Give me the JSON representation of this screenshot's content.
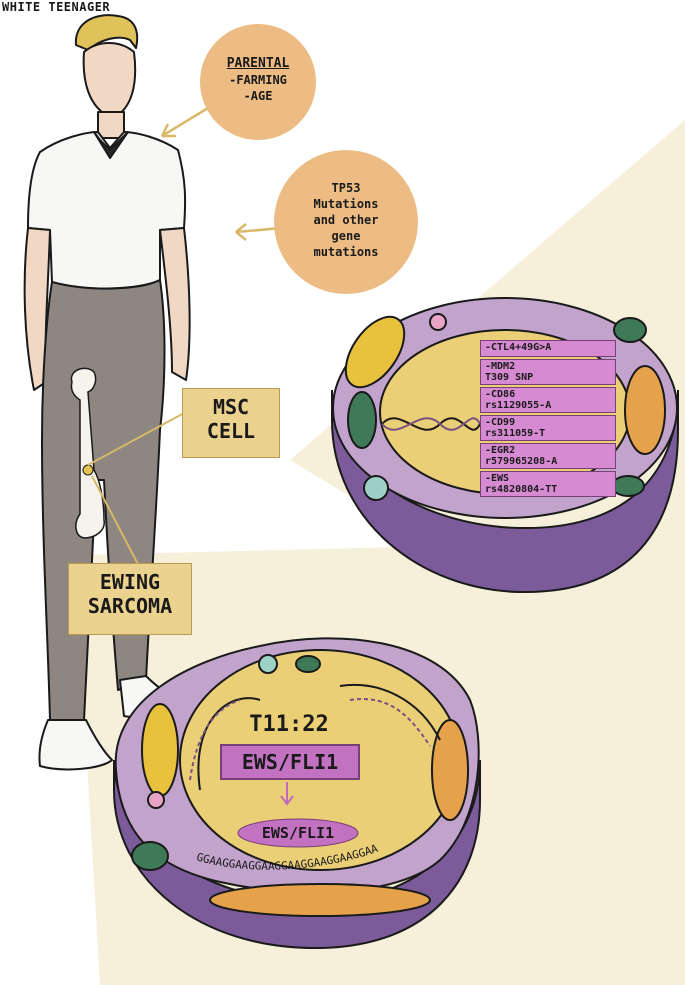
{
  "title": "WHITE TEENAGER",
  "parental": {
    "heading": "PARENTAL",
    "line1": "-FARMING",
    "line2": "-AGE"
  },
  "mutations": {
    "line1": "TP53",
    "line2": "Mutations",
    "line3": "and other",
    "line4": "gene",
    "line5": "mutations"
  },
  "msc_label": {
    "line1": "MSC",
    "line2": "CELL"
  },
  "ewing_label": {
    "line1": "EWING",
    "line2": "SARCOMA"
  },
  "snps": [
    {
      "line1": "-CTL4+49G>A",
      "line2": ""
    },
    {
      "line1": "-MDM2",
      "line2": "T309 SNP"
    },
    {
      "line1": "-CD86",
      "line2": "rs1129055-A"
    },
    {
      "line1": "-CD99",
      "line2": "rs311059-T"
    },
    {
      "line1": "-EGR2",
      "line2": "r579965208-A"
    },
    {
      "line1": "-EWS",
      "line2": "rs4820804-TT"
    }
  ],
  "translocation": "T11:22",
  "fusion_gene": "EWS/FLI1",
  "fusion_protein": "EWS/FLI1",
  "dna_sequence": "GGAAGGAAGGAAGGAAGGAAGGAAGGAA"
}
